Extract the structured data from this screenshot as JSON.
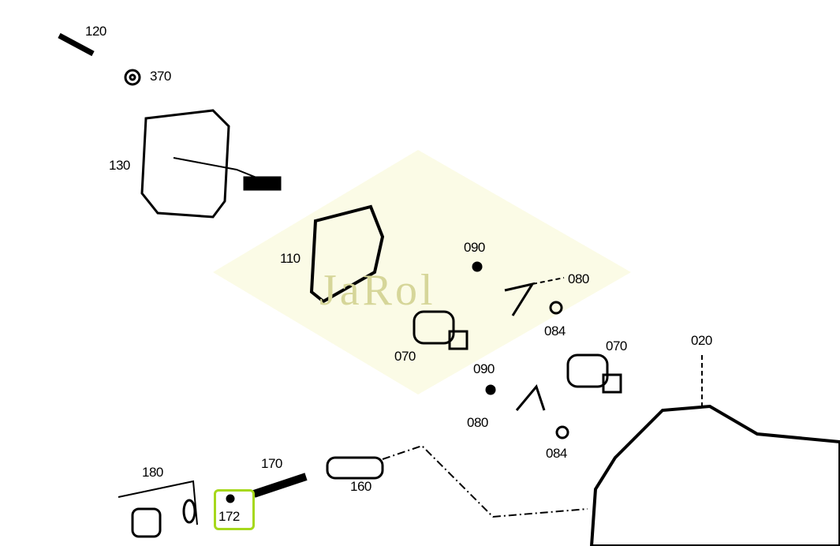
{
  "watermark": "JaRol",
  "highlight_color": "#a6d81c",
  "labels": {
    "p120": "120",
    "p370": "370",
    "p130": "130",
    "p110": "110",
    "p090a": "090",
    "p080a": "080",
    "p084a": "084",
    "p070a": "070",
    "p070b": "070",
    "p020": "020",
    "p090b": "090",
    "p080b": "080",
    "p084b": "084",
    "p180": "180",
    "p170": "170",
    "p160": "160",
    "p172": "172"
  }
}
